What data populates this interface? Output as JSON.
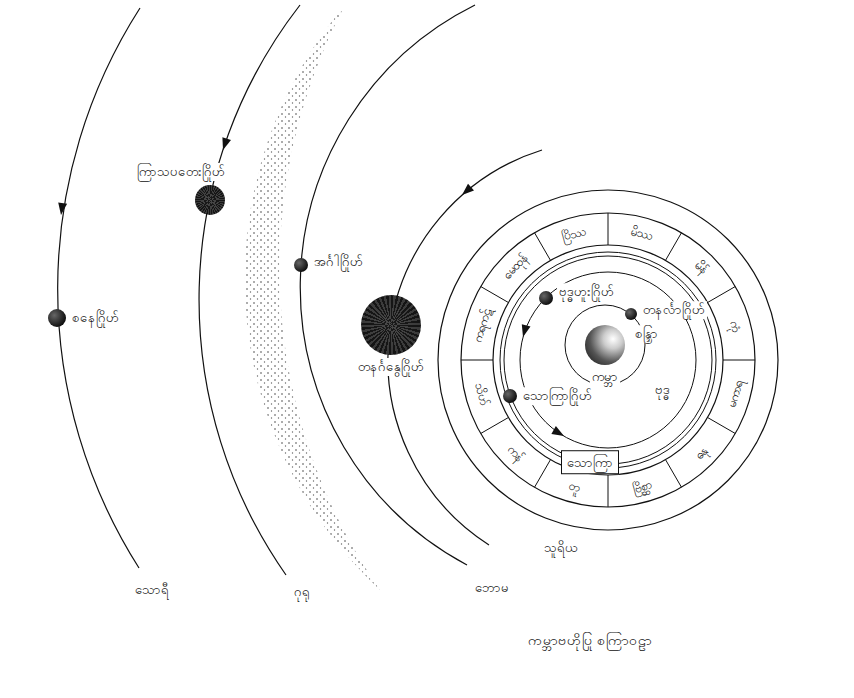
{
  "diagram": {
    "caption": "ကမ္ဘာဗဟိုပြု စကြာဝဠာ",
    "nodes": [
      {
        "text": [
          "ကြာသပတေးဂြိုဟ်"
        ]
      },
      {
        "text": [
          "အင်္ဂါဂြိုဟ်"
        ]
      },
      {
        "text": [
          "ဗုဒ္ဓဟူးဂြိုဟ်"
        ]
      },
      {
        "text": [
          "တနင်္လာဂြိုဟ်"
        ]
      },
      {
        "text": [
          "စနေဂြိုဟ်"
        ]
      },
      {
        "text": [
          "တနင်္ဂနွေဂြိုဟ်"
        ]
      },
      {
        "text": [
          "ကမ္ဘာ"
        ]
      },
      {
        "text": [
          "သောကြာဂြိုဟ်"
        ]
      },
      {
        "text": [
          "သောကြာ"
        ]
      }
    ],
    "labels": [
      "မိဿ",
      "ပြိဿ",
      "မေထုန်",
      "ကရကဋ်",
      "သိဟ်",
      "ကန်",
      "တူ",
      "ဗြိစ္ဆာ",
      "ဓနု",
      "မကာရ",
      "ကုံ",
      "မိန်",
      "စန္ဒြာ",
      "ဗုဒ္ဓ",
      "သူရိယ",
      "ဘောမ",
      "ဂုရု",
      "သောရီ"
    ]
  }
}
